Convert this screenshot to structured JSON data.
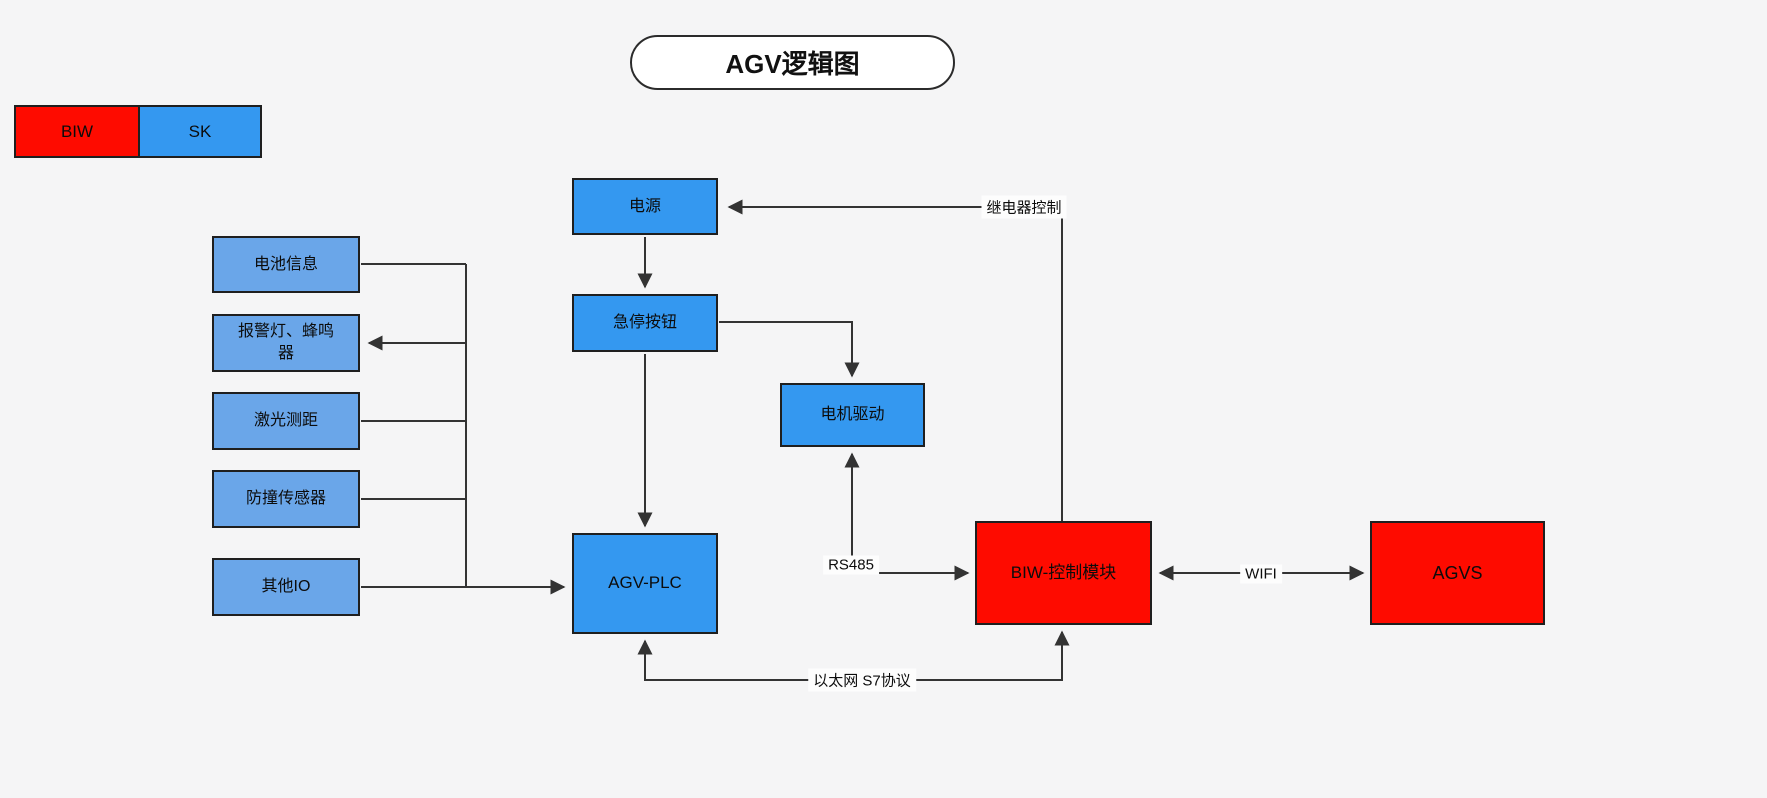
{
  "title": "AGV逻辑图",
  "legend": [
    {
      "id": "biw",
      "label": "BIW",
      "color": "#fe0b00"
    },
    {
      "id": "sk",
      "label": "SK",
      "color": "#3498f0"
    }
  ],
  "nodes": {
    "battery_info": "电池信息",
    "alarm_buzzer": "报警灯、蜂鸣器",
    "laser_ranging": "激光测距",
    "collision_sensor": "防撞传感器",
    "other_io": "其他IO",
    "power": "电源",
    "estop_button": "急停按钮",
    "motor_drive": "电机驱动",
    "agv_plc": "AGV-PLC",
    "biw_control_module": "BIW-控制模块",
    "agvs": "AGVS"
  },
  "edge_labels": {
    "relay_control": "继电器控制",
    "rs485": "RS485",
    "wifi": "WIFI",
    "ethernet_s7": "以太网 S7协议"
  },
  "colors": {
    "red_nodes": "#fe0b00",
    "dark_blue_nodes": "#3498f0",
    "light_blue_nodes": "#6aa6e9",
    "connector": "#333333",
    "canvas_background": "#f5f5f6"
  }
}
